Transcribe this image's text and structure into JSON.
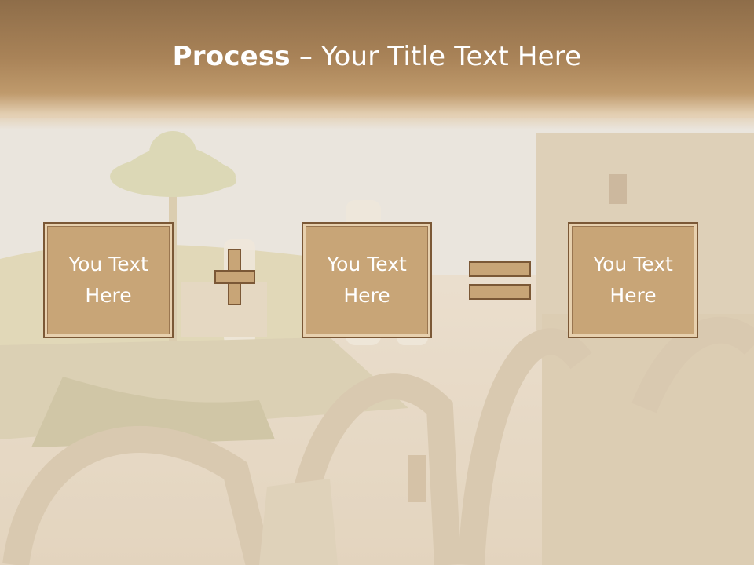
{
  "slide": {
    "title_bold": "Process",
    "title_rest": "– Your Title Text Here",
    "boxes": [
      {
        "line1": "You Text",
        "line2": "Here"
      },
      {
        "line1": "You Text",
        "line2": "Here"
      },
      {
        "line1": "You Text",
        "line2": "Here"
      }
    ],
    "operators": [
      "plus-icon",
      "equals-icon"
    ],
    "colors": {
      "header": "#a98358",
      "box_fill": "#c8a577",
      "box_border": "#7b5836",
      "text": "#ffffff"
    }
  }
}
